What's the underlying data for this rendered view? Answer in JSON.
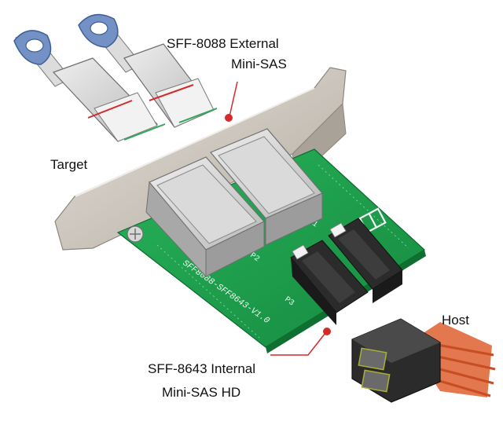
{
  "labels": {
    "external_line1": "SFF-8088 External",
    "external_line2": "Mini-SAS",
    "target": "Target",
    "host": "Host",
    "internal_line1": "SFF-8643 Internal",
    "internal_line2": "Mini-SAS HD"
  },
  "board": {
    "silkscreen_model": "SFF8088-SFF8643-V1.0",
    "port_p1": "P1",
    "port_p2": "P2",
    "port_p3": "P3",
    "logo": "CY"
  },
  "colors": {
    "pcb": "#1fa34e",
    "bracket": "#c9c2b8",
    "callout": "#d42a2a",
    "pull_tab": "#7391c4",
    "cable_wire": "#e0683a",
    "connector_body": "#2b2b2b"
  }
}
